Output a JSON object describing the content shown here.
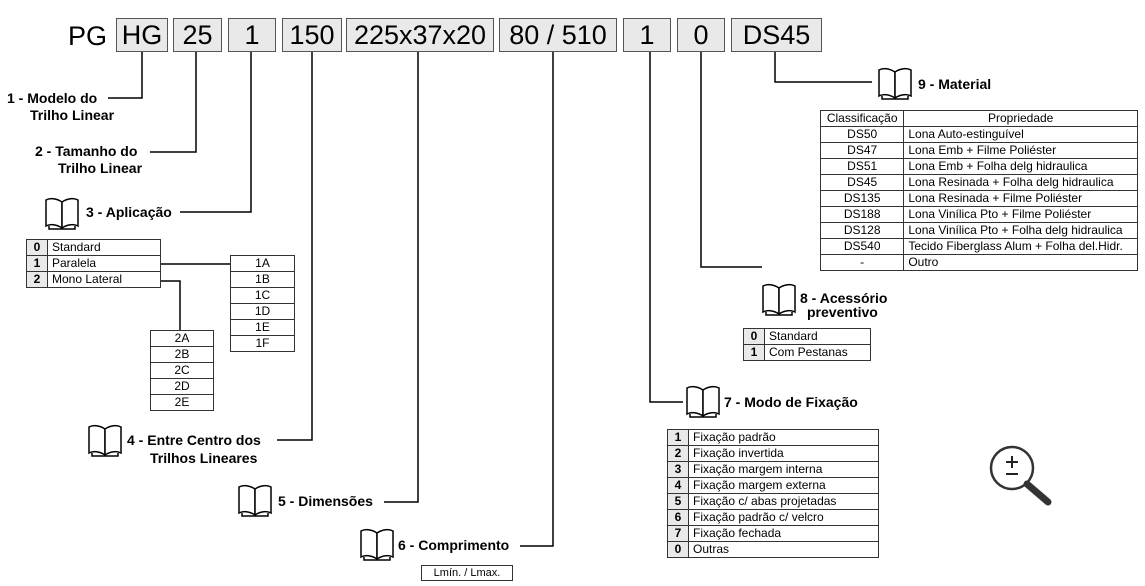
{
  "code": {
    "prefix": "PG",
    "segments": [
      "HG",
      "25",
      "1",
      "150",
      "225x37x20",
      "80 / 510",
      "1",
      "0",
      "DS45"
    ]
  },
  "labels": {
    "l1a": "1 - Modelo do",
    "l1b": "Trilho Linear",
    "l2a": "2 - Tamanho do",
    "l2b": "Trilho Linear",
    "l3": "3 - Aplicação",
    "l4a": "4 - Entre Centro dos",
    "l4b": "Trilhos Lineares",
    "l5": "5 - Dimensões",
    "l6": "6 - Comprimento",
    "l6sub": "Lmín. / Lmax.",
    "l7": "7 - Modo de Fixação",
    "l8a": "8 - Acessório",
    "l8b": "preventivo",
    "l9": "9 - Material"
  },
  "aplicacao": {
    "rows": [
      {
        "key": "0",
        "label": "Standard"
      },
      {
        "key": "1",
        "label": "Paralela"
      },
      {
        "key": "2",
        "label": "Mono Lateral"
      }
    ],
    "sub1": [
      "1A",
      "1B",
      "1C",
      "1D",
      "1E",
      "1F"
    ],
    "sub2": [
      "2A",
      "2B",
      "2C",
      "2D",
      "2E"
    ]
  },
  "acessorio": {
    "rows": [
      {
        "key": "0",
        "label": "Standard"
      },
      {
        "key": "1",
        "label": "Com Pestanas"
      }
    ]
  },
  "fixacao": {
    "rows": [
      {
        "key": "1",
        "label": "Fixação padrão"
      },
      {
        "key": "2",
        "label": "Fixação invertida"
      },
      {
        "key": "3",
        "label": "Fixação margem interna"
      },
      {
        "key": "4",
        "label": "Fixação margem externa"
      },
      {
        "key": "5",
        "label": "Fixação c/ abas projetadas"
      },
      {
        "key": "6",
        "label": "Fixação padrão c/ velcro"
      },
      {
        "key": "7",
        "label": "Fixação  fechada"
      },
      {
        "key": "0",
        "label": "Outras"
      }
    ]
  },
  "material": {
    "headers": [
      "Classificação",
      "Propriedade"
    ],
    "rows": [
      {
        "code": "DS50",
        "prop": "Lona Auto-estinguível"
      },
      {
        "code": "DS47",
        "prop": "Lona Emb + Filme Poliéster"
      },
      {
        "code": "DS51",
        "prop": "Lona Emb + Folha delg hidraulica"
      },
      {
        "code": "DS45",
        "prop": "Lona Resinada + Folha delg hidraulica"
      },
      {
        "code": "DS135",
        "prop": "Lona Resinada + Filme Poliéster"
      },
      {
        "code": "DS188",
        "prop": "Lona Vinílica Pto + Filme Poliéster"
      },
      {
        "code": "DS128",
        "prop": "Lona Vinílica Pto + Folha delg hidraulica"
      },
      {
        "code": "DS540",
        "prop": "Tecido Fiberglass Alum + Folha del.Hidr."
      },
      {
        "code": "-",
        "prop": "Outro"
      }
    ]
  },
  "icons": {
    "book": "book-icon",
    "zoom": "zoom-in-icon"
  }
}
